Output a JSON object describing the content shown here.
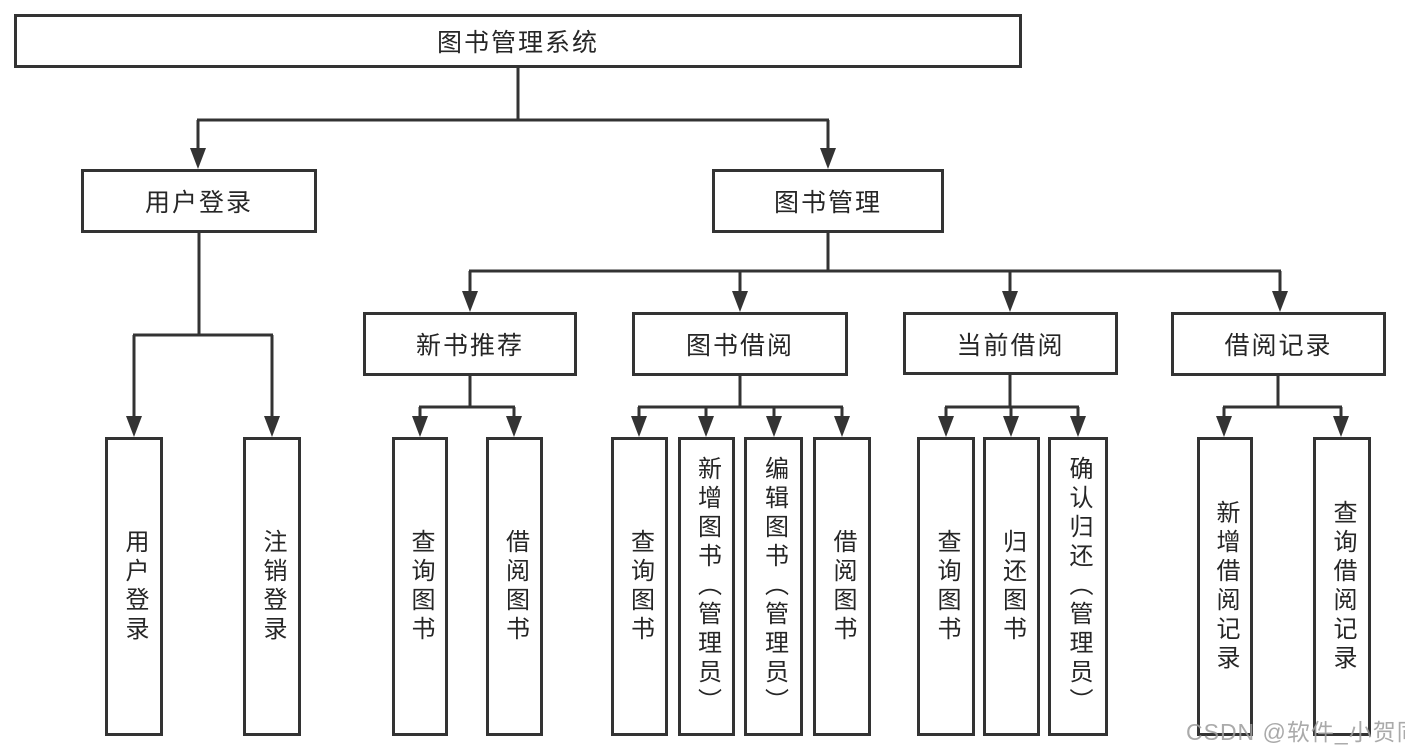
{
  "diagram": {
    "type": "hierarchy-tree",
    "root": {
      "label": "图书管理系统"
    },
    "branches": {
      "user_login": {
        "label": "用户登录"
      },
      "book_management": {
        "label": "图书管理"
      }
    },
    "modules": {
      "new_book_recommend": {
        "label": "新书推荐"
      },
      "book_borrowing": {
        "label": "图书借阅"
      },
      "current_borrowing": {
        "label": "当前借阅"
      },
      "borrowing_records": {
        "label": "借阅记录"
      }
    },
    "leaves": [
      {
        "parent": "用户登录",
        "label": "用户登录"
      },
      {
        "parent": "用户登录",
        "label": "注销登录"
      },
      {
        "parent": "新书推荐",
        "label": "查询图书"
      },
      {
        "parent": "新书推荐",
        "label": "借阅图书"
      },
      {
        "parent": "图书借阅",
        "label": "查询图书"
      },
      {
        "parent": "图书借阅",
        "label": "新增图书（管理员）"
      },
      {
        "parent": "图书借阅",
        "label": "编辑图书（管理员）"
      },
      {
        "parent": "图书借阅",
        "label": "借阅图书"
      },
      {
        "parent": "当前借阅",
        "label": "查询图书"
      },
      {
        "parent": "当前借阅",
        "label": "归还图书"
      },
      {
        "parent": "当前借阅",
        "label": "确认归还（管理员）"
      },
      {
        "parent": "借阅记录",
        "label": "新增借阅记录"
      },
      {
        "parent": "借阅记录",
        "label": "查询借阅记录"
      }
    ]
  },
  "watermark": {
    "text": "CSDN @软件_小贺同学"
  },
  "colors": {
    "line": "#333333",
    "box_border": "#333333",
    "text": "#262626",
    "watermark": "#9e9e9e",
    "background": "#ffffff"
  }
}
